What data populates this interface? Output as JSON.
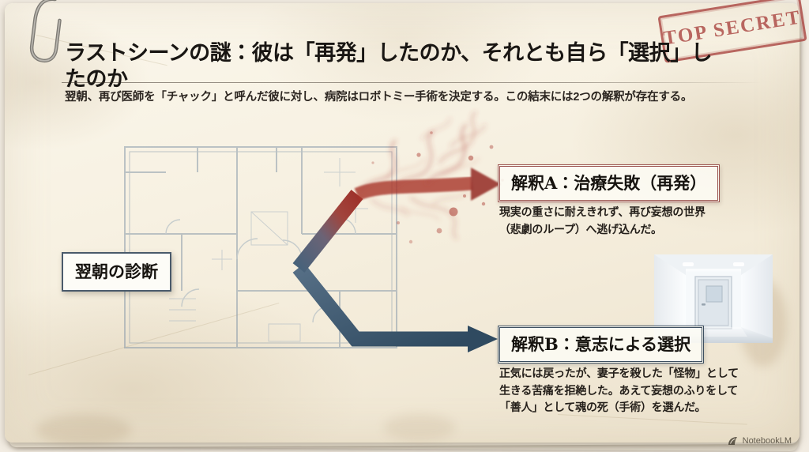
{
  "document": {
    "title": "ラストシーンの謎：彼は「再発」したのか、それとも自ら「選択」したのか",
    "subtitle": "翌朝、再び医師を「チャック」と呼んだ彼に対し、病院はロボトミー手術を決定する。この結末には2つの解釈が存在する。",
    "stamp": "TOP SECRET"
  },
  "diagram": {
    "root_node": "翌朝の診断",
    "branches": [
      {
        "id": "A",
        "heading": "解釈A：治療失敗（再発）",
        "lines": [
          "現実の重さに耐えきれず、再び妄想の世界",
          "（悲劇のループ）へ逃げ込んだ。"
        ],
        "accent": "#9c5550",
        "arrow_style": "red-smoke"
      },
      {
        "id": "B",
        "heading": "解釈B：意志による選択",
        "lines": [
          "正気には戻ったが、妻子を殺した「怪物」として",
          "生きる苦痛を拒絶した。あえて妄想のふりをして",
          "「善人」として魂の死（手術）を選んだ。"
        ],
        "accent": "#3d4f60",
        "arrow_style": "solid-blue"
      }
    ]
  },
  "imagery": {
    "background_plan": "blueprint-floor-plan",
    "photo_caption": "hospital-corridor-door"
  },
  "footer": {
    "watermark": "NotebookLM"
  },
  "colors": {
    "paper": "#f7f1e2",
    "ink": "#191613",
    "stamp_red": "#a8403c",
    "arrow_blue": "#3d566b",
    "arrow_red": "#a83a33"
  }
}
